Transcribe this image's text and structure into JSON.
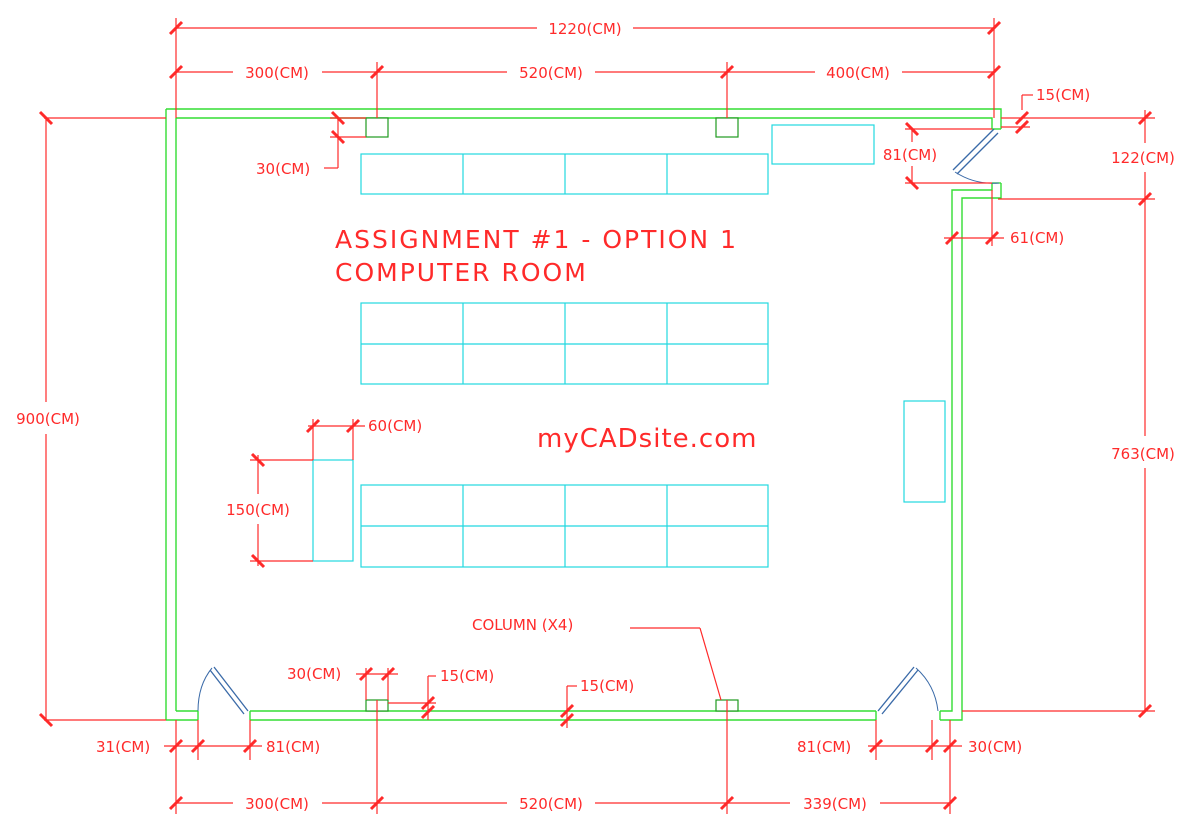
{
  "title": {
    "line1": "ASSIGNMENT #1 - OPTION 1",
    "line2": "COMPUTER ROOM"
  },
  "watermark": "myCADsite.com",
  "callout": "COLUMN (X4)",
  "dimensions": {
    "top_overall": "1220(CM)",
    "top_left": "300(CM)",
    "top_mid": "520(CM)",
    "top_right": "400(CM)",
    "right_wall": "15(CM)",
    "right_top": "122(CM)",
    "right_bottom": "763(CM)",
    "door_top_right": "81(CM)",
    "offset_right": "61(CM)",
    "left_overall": "900(CM)",
    "column_depth": "30(CM)",
    "bench_width": "60(CM)",
    "bench_length": "150(CM)",
    "col_width_bottom": "30(CM)",
    "wall_bottom_a": "15(CM)",
    "wall_bottom_b": "15(CM)",
    "bottom_left_offset": "31(CM)",
    "door_bottom_left": "81(CM)",
    "door_bottom_right": "81(CM)",
    "bottom_right_offset": "30(CM)",
    "bottom_left": "300(CM)",
    "bottom_mid": "520(CM)",
    "bottom_right": "339(CM)"
  },
  "colors": {
    "dimension": "#ff2a2a",
    "wall": "#33dd33",
    "furniture": "#22d8e0",
    "door": "#3a6aa8"
  }
}
